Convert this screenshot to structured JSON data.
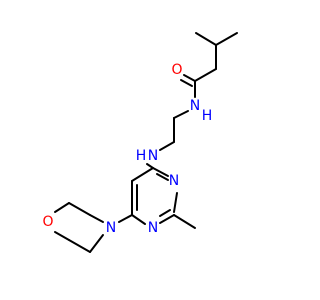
{
  "molecule": {
    "atoms": {
      "o_carbonyl": {
        "symbol": "O",
        "color": "#ff0000"
      },
      "n_amide": {
        "symbol": "N",
        "hydrogen": "H",
        "color": "#0000ff"
      },
      "n_amine": {
        "symbol": "N",
        "hydrogen": "H",
        "color": "#0000ff"
      },
      "n_ring_top": {
        "symbol": "N",
        "color": "#0000ff"
      },
      "n_ring_bottom": {
        "symbol": "N",
        "color": "#0000ff"
      },
      "n_morpholine": {
        "symbol": "N",
        "color": "#0000ff"
      },
      "o_morpholine": {
        "symbol": "O",
        "color": "#ff0000"
      }
    },
    "bond_color": "#000000"
  }
}
